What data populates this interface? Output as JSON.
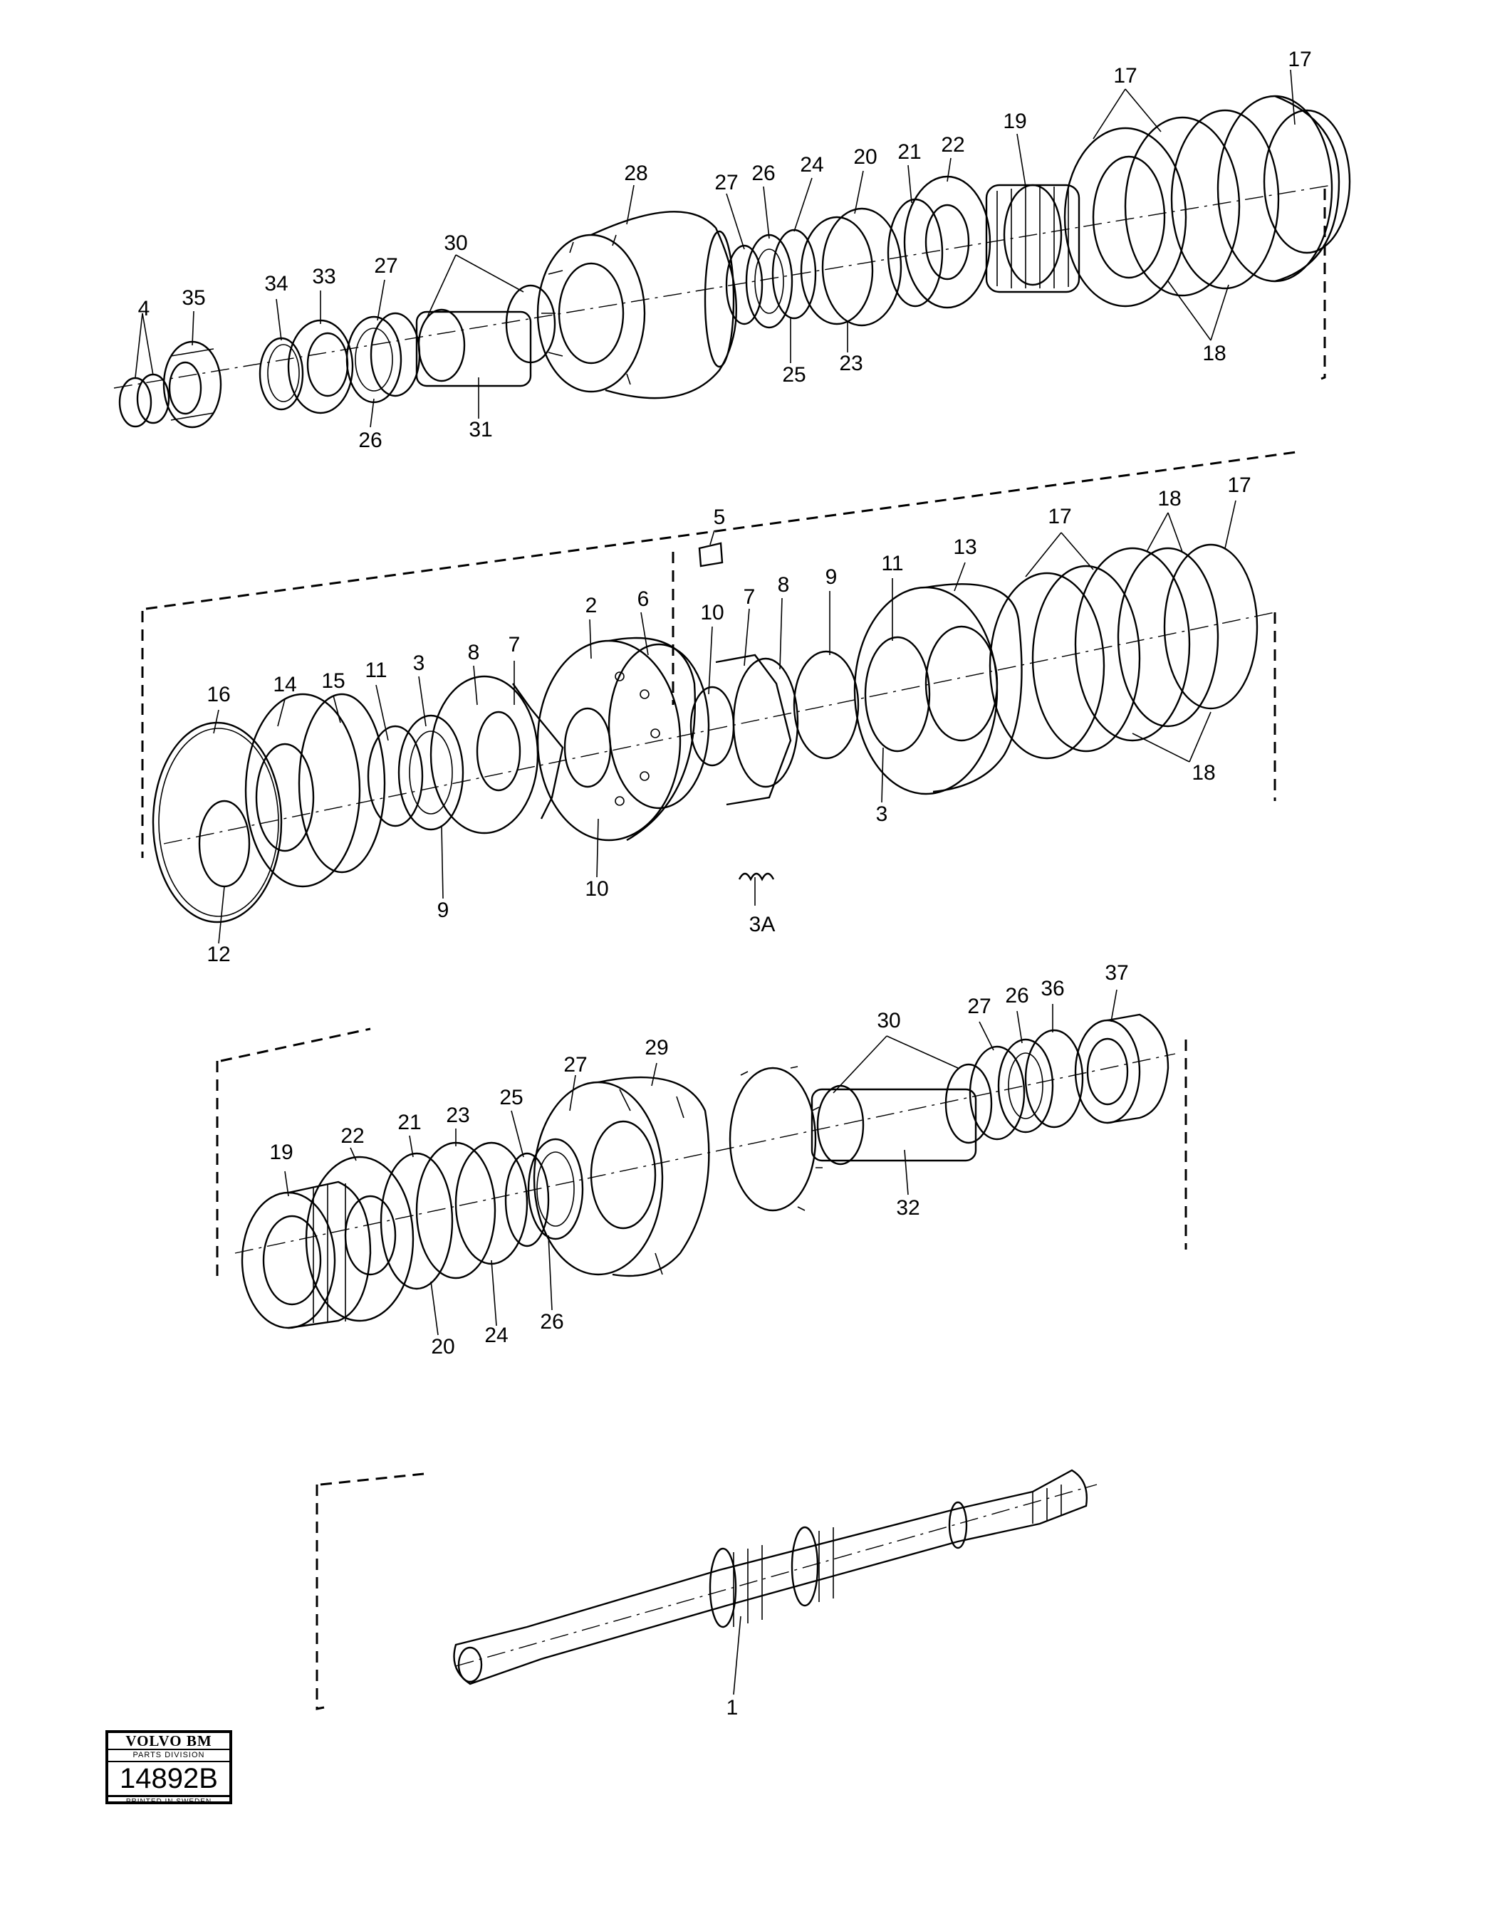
{
  "labels": [
    {
      "id": "l-17a",
      "text": "17"
    },
    {
      "id": "l-17b",
      "text": "17"
    },
    {
      "id": "l-19a",
      "text": "19"
    },
    {
      "id": "l-22a",
      "text": "22"
    },
    {
      "id": "l-21a",
      "text": "21"
    },
    {
      "id": "l-20a",
      "text": "20"
    },
    {
      "id": "l-24a",
      "text": "24"
    },
    {
      "id": "l-26a",
      "text": "26"
    },
    {
      "id": "l-27a",
      "text": "27"
    },
    {
      "id": "l-28",
      "text": "28"
    },
    {
      "id": "l-30a",
      "text": "30"
    },
    {
      "id": "l-27b",
      "text": "27"
    },
    {
      "id": "l-33",
      "text": "33"
    },
    {
      "id": "l-34",
      "text": "34"
    },
    {
      "id": "l-35",
      "text": "35"
    },
    {
      "id": "l-4",
      "text": "4"
    },
    {
      "id": "l-26b",
      "text": "26"
    },
    {
      "id": "l-31",
      "text": "31"
    },
    {
      "id": "l-25a",
      "text": "25"
    },
    {
      "id": "l-23a",
      "text": "23"
    },
    {
      "id": "l-18a",
      "text": "18"
    },
    {
      "id": "l-5",
      "text": "5"
    },
    {
      "id": "l-18b",
      "text": "18"
    },
    {
      "id": "l-17c",
      "text": "17"
    },
    {
      "id": "l-17d",
      "text": "17"
    },
    {
      "id": "l-13",
      "text": "13"
    },
    {
      "id": "l-11a",
      "text": "11"
    },
    {
      "id": "l-9a",
      "text": "9"
    },
    {
      "id": "l-8a",
      "text": "8"
    },
    {
      "id": "l-7a",
      "text": "7"
    },
    {
      "id": "l-10a",
      "text": "10"
    },
    {
      "id": "l-6",
      "text": "6"
    },
    {
      "id": "l-2",
      "text": "2"
    },
    {
      "id": "l-7b",
      "text": "7"
    },
    {
      "id": "l-8b",
      "text": "8"
    },
    {
      "id": "l-3a",
      "text": "3"
    },
    {
      "id": "l-11b",
      "text": "11"
    },
    {
      "id": "l-15",
      "text": "15"
    },
    {
      "id": "l-14",
      "text": "14"
    },
    {
      "id": "l-16",
      "text": "16"
    },
    {
      "id": "l-18c",
      "text": "18"
    },
    {
      "id": "l-3b",
      "text": "3"
    },
    {
      "id": "l-9b",
      "text": "9"
    },
    {
      "id": "l-10b",
      "text": "10"
    },
    {
      "id": "l-12",
      "text": "12"
    },
    {
      "id": "l-3A",
      "text": "3A"
    },
    {
      "id": "l-37",
      "text": "37"
    },
    {
      "id": "l-36",
      "text": "36"
    },
    {
      "id": "l-26c",
      "text": "26"
    },
    {
      "id": "l-27c",
      "text": "27"
    },
    {
      "id": "l-30b",
      "text": "30"
    },
    {
      "id": "l-29",
      "text": "29"
    },
    {
      "id": "l-27d",
      "text": "27"
    },
    {
      "id": "l-25b",
      "text": "25"
    },
    {
      "id": "l-23b",
      "text": "23"
    },
    {
      "id": "l-21b",
      "text": "21"
    },
    {
      "id": "l-22b",
      "text": "22"
    },
    {
      "id": "l-19b",
      "text": "19"
    },
    {
      "id": "l-32",
      "text": "32"
    },
    {
      "id": "l-20b",
      "text": "20"
    },
    {
      "id": "l-24b",
      "text": "24"
    },
    {
      "id": "l-26d",
      "text": "26"
    },
    {
      "id": "l-1",
      "text": "1"
    }
  ],
  "stamp": {
    "brand": "VOLVO BM",
    "division": "PARTS DIVISION",
    "number": "14892B",
    "printed": "PRINTED IN SWEDEN"
  },
  "colors": {
    "ink": "#000000",
    "paper": "#ffffff"
  }
}
